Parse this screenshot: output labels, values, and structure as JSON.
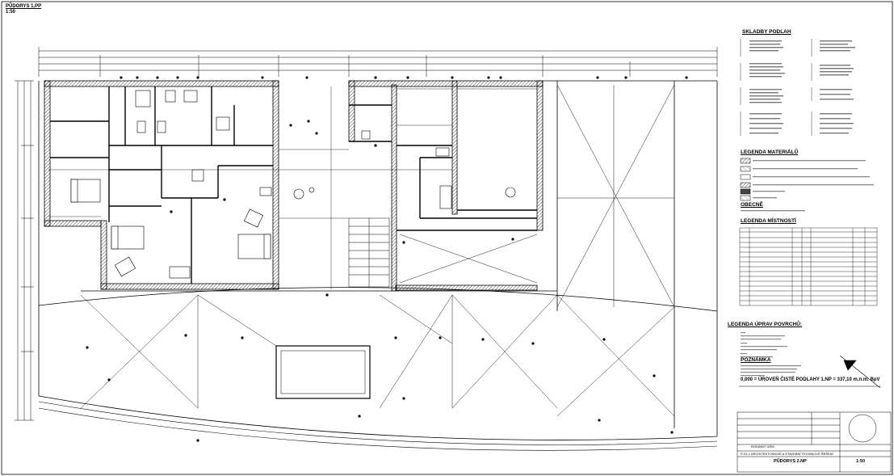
{
  "header": {
    "title": "PŮDORYS 1.PP",
    "scale": "1:50"
  },
  "legend": {
    "skladby_title": "SKLADBY PODLAH",
    "materialy_title": "LEGENDA MATERIÁLŮ",
    "obecne_title": "OBECNĚ",
    "mistnosti_title": "LEGENDA MÍSTNOSTÍ",
    "upravy_title": "LEGENDA ÚPRAV POVRCHŮ:",
    "poznamka_title": "POZNÁMKA"
  },
  "level_note": "0,000 = ÚROVEŇ ČISTÉ PODLAHY 1.NP = 337,10 m.n.m. BpV",
  "title_block": {
    "project": "RODINNÝ DŮM",
    "part": "P-01-1 ARCHITEKTONICKÉ A STAVEBNÍ TECHNICKÉ ŘEŠENÍ",
    "drawing": "PŮDORYS 2.NP",
    "scale": "1:50"
  }
}
